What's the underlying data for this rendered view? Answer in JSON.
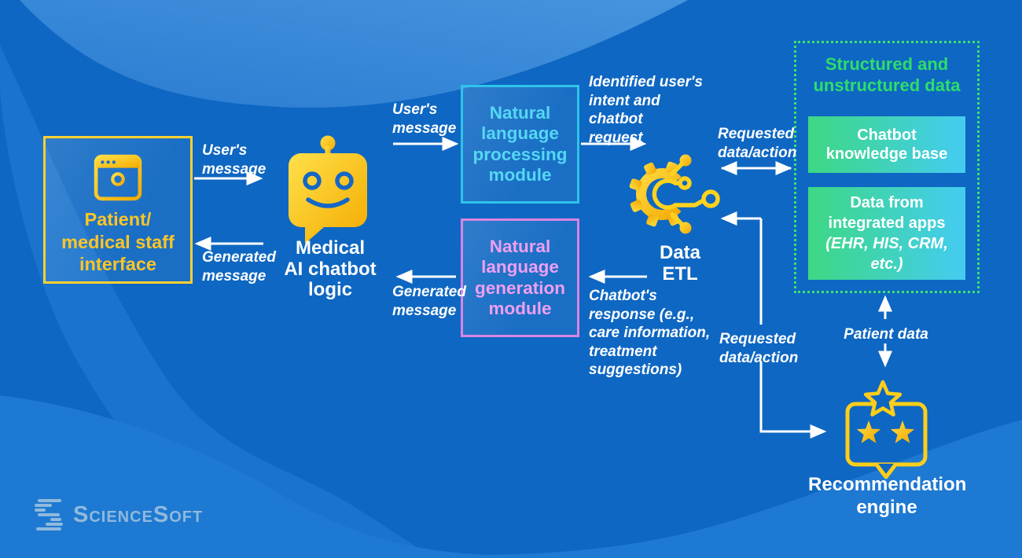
{
  "brand": "ScienceSoft",
  "colors": {
    "background_blue": "#0e67c2",
    "accent_yellow": "#ffd21e",
    "yellow_text": "#fec526",
    "cyan_border": "#2fc3e9",
    "cyan_text": "#55d7f4",
    "pink_border": "#d985e1",
    "pink_text": "#ef9ff2",
    "green": "#2edd6b",
    "gradient_green": "#3dd883",
    "gradient_cyan": "#44ccf2",
    "white": "#ffffff",
    "logo_blue": "#8fb9dd"
  },
  "nodes": {
    "patient_interface": {
      "lines": [
        "Patient/",
        "medical staff",
        "interface"
      ]
    },
    "chatbot_logic": {
      "lines": [
        "Medical",
        "AI chatbot",
        "logic"
      ]
    },
    "nlp_module": {
      "lines": [
        "Natural",
        "language",
        "processing",
        "module"
      ]
    },
    "nlg_module": {
      "lines": [
        "Natural",
        "language",
        "generation",
        "module"
      ]
    },
    "data_etl": {
      "lines": [
        "Data",
        "ETL"
      ]
    },
    "structured_data": {
      "title_lines": [
        "Structured and",
        "unstructured data"
      ],
      "knowledge_base": {
        "lines": [
          "Chatbot",
          "knowledge base"
        ]
      },
      "integrated_apps": {
        "lines": [
          "Data from",
          "integrated apps",
          "(EHR, HIS, CRM,",
          "etc.)"
        ]
      }
    },
    "recommendation_engine": {
      "lines": [
        "Recommendation",
        "engine"
      ]
    }
  },
  "labels": {
    "users_message_1": [
      "User's",
      "message"
    ],
    "generated_message_1": [
      "Generated",
      "message"
    ],
    "users_message_2": [
      "User's",
      "message"
    ],
    "identified_intent": [
      "Identified user's",
      "intent and",
      "chatbot",
      "request"
    ],
    "requested_data_top": [
      "Requested",
      "data/action"
    ],
    "chatbots_response": [
      "Chatbot's",
      "response (e.g.,",
      "care information,",
      "treatment",
      "suggestions)"
    ],
    "generated_message_2": [
      "Generated",
      "message"
    ],
    "requested_data_bottom": [
      "Requested",
      "data/action"
    ],
    "patient_data": "Patient data"
  }
}
